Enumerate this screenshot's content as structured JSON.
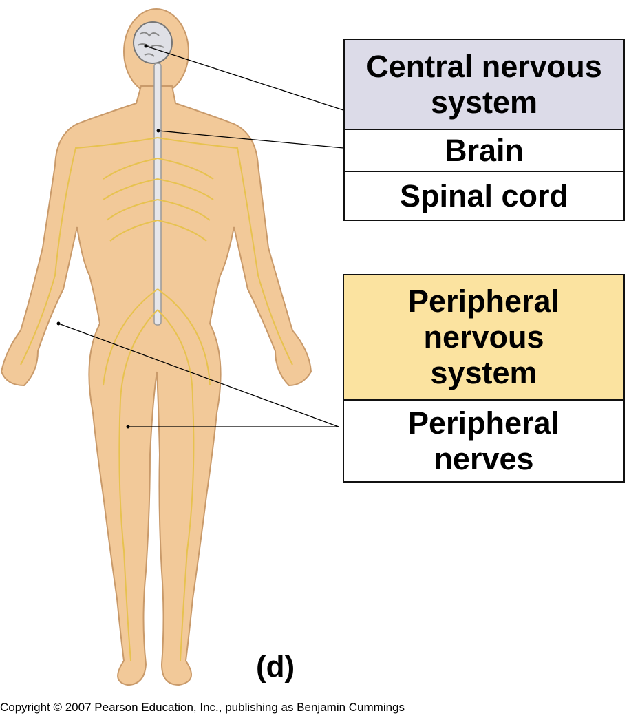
{
  "cns": {
    "title_line1": "Central nervous",
    "title_line2": "system",
    "items": [
      "Brain",
      "Spinal cord"
    ],
    "header_color": "#dcdbe8"
  },
  "pns": {
    "title_line1": "Peripheral",
    "title_line2": "nervous",
    "title_line3": "system",
    "item_line1": "Peripheral",
    "item_line2": "nerves",
    "header_color": "#fbe3a0"
  },
  "panel_label": "(d)",
  "copyright": "Copyright © 2007 Pearson Education, Inc., publishing as Benjamin Cummings"
}
